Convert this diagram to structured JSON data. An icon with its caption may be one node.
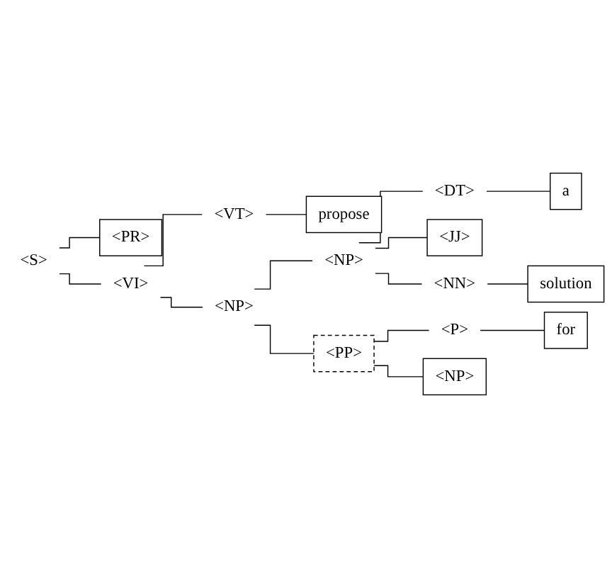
{
  "diagram": {
    "nodes": [
      {
        "text": [
          "<S>"
        ]
      },
      {
        "text": [
          "<PR>"
        ]
      },
      {
        "text": [
          "<VI>"
        ]
      },
      {
        "text": [
          "<VT>"
        ]
      },
      {
        "text": [
          "propose"
        ]
      },
      {
        "text": [
          "<NP>"
        ]
      },
      {
        "text": [
          "<NP>"
        ]
      },
      {
        "text": [
          "<DT>"
        ]
      },
      {
        "text": [
          "a"
        ]
      },
      {
        "text": [
          "<JJ>"
        ]
      },
      {
        "text": [
          "<NN>"
        ]
      },
      {
        "text": [
          "solution"
        ]
      },
      {
        "text": [
          "<PP>"
        ]
      },
      {
        "text": [
          "<P>"
        ]
      },
      {
        "text": [
          "for"
        ]
      },
      {
        "text": [
          "<NP>"
        ]
      }
    ],
    "edges": [
      {
        "from": 0,
        "to": 1,
        "arrow": "none"
      },
      {
        "from": 0,
        "to": 2,
        "arrow": "none"
      },
      {
        "from": 2,
        "to": 3,
        "arrow": "none"
      },
      {
        "from": 3,
        "to": 4,
        "arrow": "none"
      },
      {
        "from": 2,
        "to": 5,
        "arrow": "none"
      },
      {
        "from": 5,
        "to": 6,
        "arrow": "none"
      },
      {
        "from": 6,
        "to": 7,
        "arrow": "none"
      },
      {
        "from": 7,
        "to": 8,
        "arrow": "none"
      },
      {
        "from": 6,
        "to": 9,
        "arrow": "none"
      },
      {
        "from": 6,
        "to": 10,
        "arrow": "none"
      },
      {
        "from": 10,
        "to": 11,
        "arrow": "none"
      },
      {
        "from": 5,
        "to": 12,
        "arrow": "none"
      },
      {
        "from": 12,
        "to": 13,
        "arrow": "none"
      },
      {
        "from": 13,
        "to": 14,
        "arrow": "none"
      },
      {
        "from": 12,
        "to": 15,
        "arrow": "none"
      }
    ]
  }
}
